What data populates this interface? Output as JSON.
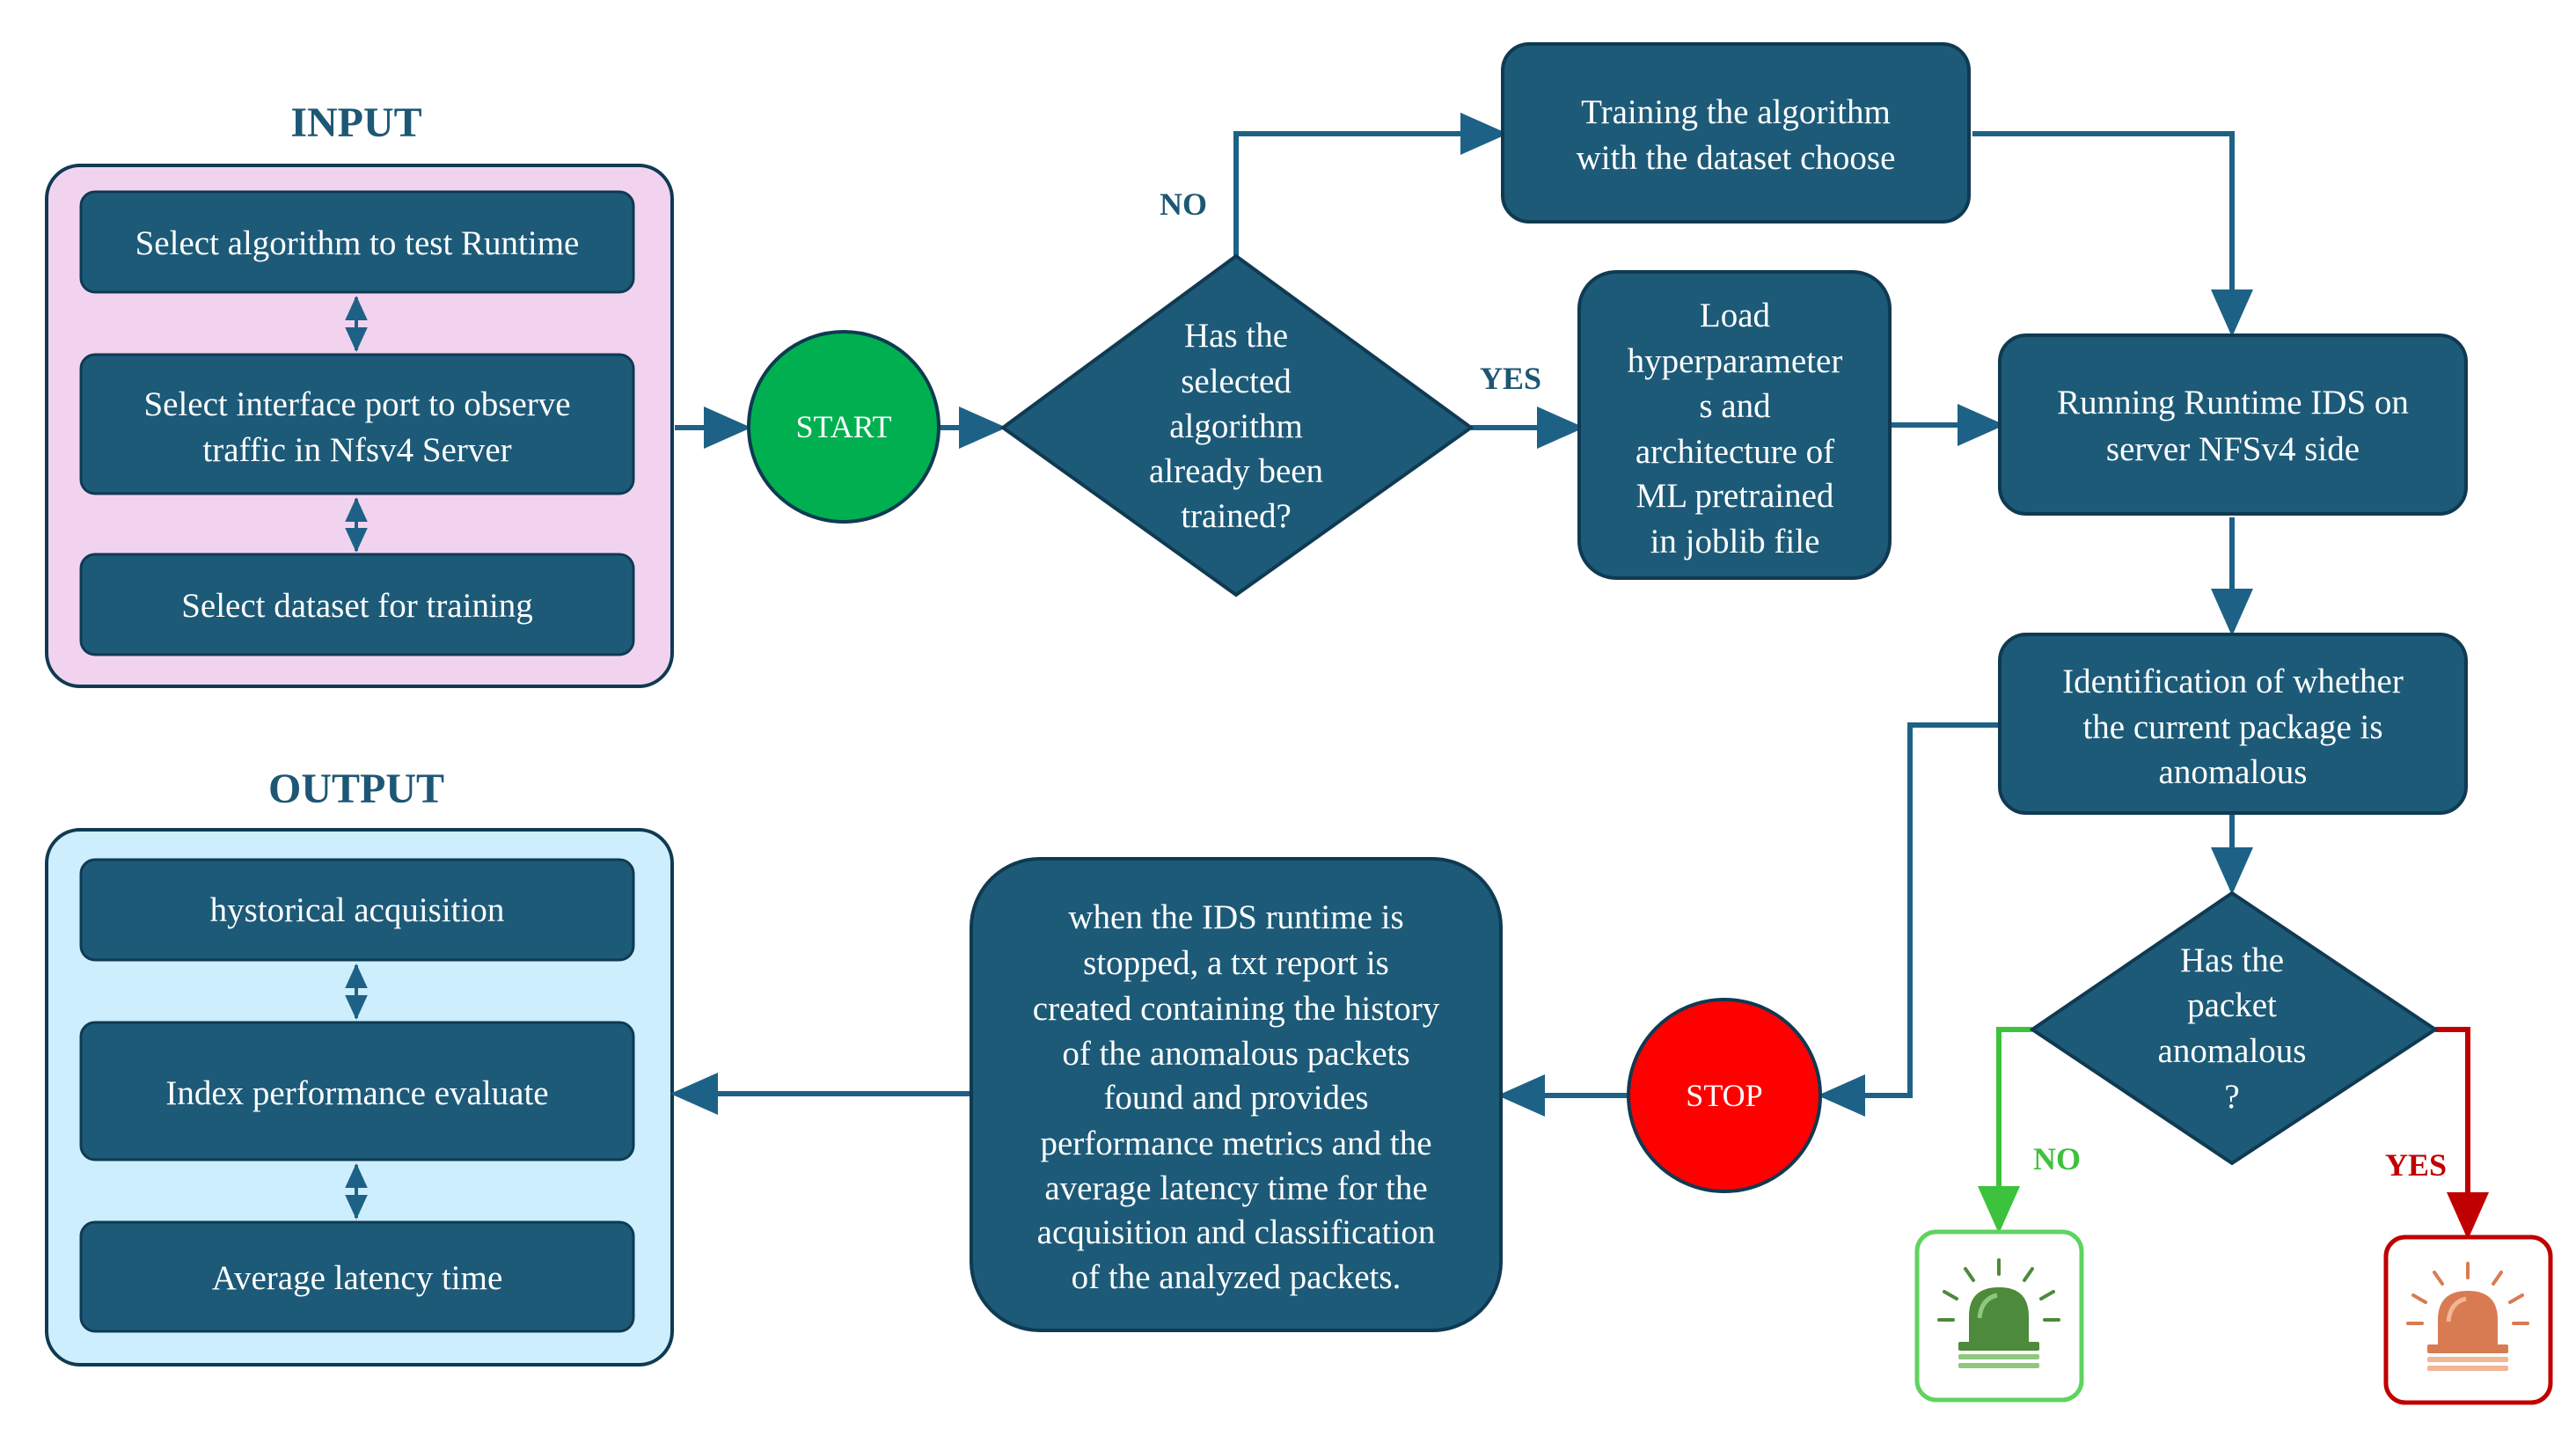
{
  "colors": {
    "node_fill": "#1c5a78",
    "node_stroke": "#0f3a52",
    "arrow": "#1d6286",
    "input_panel_bg": "#f2d3ef",
    "output_panel_bg": "#cdeefc",
    "start_fill": "#00b050",
    "stop_fill": "#ff0000",
    "no_green": "#3cc23c",
    "yes_red": "#c00000"
  },
  "input": {
    "title": "INPUT",
    "items": [
      [
        "Select algorithm to test Runtime"
      ],
      [
        "Select interface port to observe",
        "traffic in Nfsv4 Server"
      ],
      [
        "Select dataset for training"
      ]
    ]
  },
  "output": {
    "title": "OUTPUT",
    "items": [
      [
        "hystorical acquisition"
      ],
      [
        "Index performance evaluate"
      ],
      [
        "Average latency time"
      ]
    ]
  },
  "start": {
    "label": "START"
  },
  "stop": {
    "label": "STOP"
  },
  "decision_trained": {
    "lines": [
      "Has the",
      "selected",
      "algorithm",
      "already been",
      "trained?"
    ],
    "no_label": "NO",
    "yes_label": "YES"
  },
  "train_box": {
    "lines": [
      "Training the algorithm",
      "with the dataset choose"
    ]
  },
  "load_box": {
    "lines": [
      "Load",
      "hyperparameter",
      "s and",
      "architecture of",
      "ML pretrained",
      "in joblib file"
    ]
  },
  "running_box": {
    "lines": [
      "Running Runtime IDS on",
      "server NFSv4 side"
    ]
  },
  "identify_box": {
    "lines": [
      "Identification of whether",
      "the current package is",
      "anomalous"
    ]
  },
  "decision_anomalous": {
    "lines": [
      "Has the",
      "packet",
      "anomalous",
      "?"
    ],
    "no_label": "NO",
    "yes_label": "YES"
  },
  "report_box": {
    "lines": [
      "when the IDS runtime is",
      "stopped, a txt report is",
      "created containing the history",
      "of the anomalous packets",
      "found and provides",
      "performance metrics and the",
      "average latency time for the",
      "acquisition and classification",
      "of the analyzed packets."
    ]
  },
  "alarms": {
    "normal_icon": "green-siren-icon",
    "anomaly_icon": "red-siren-icon"
  }
}
